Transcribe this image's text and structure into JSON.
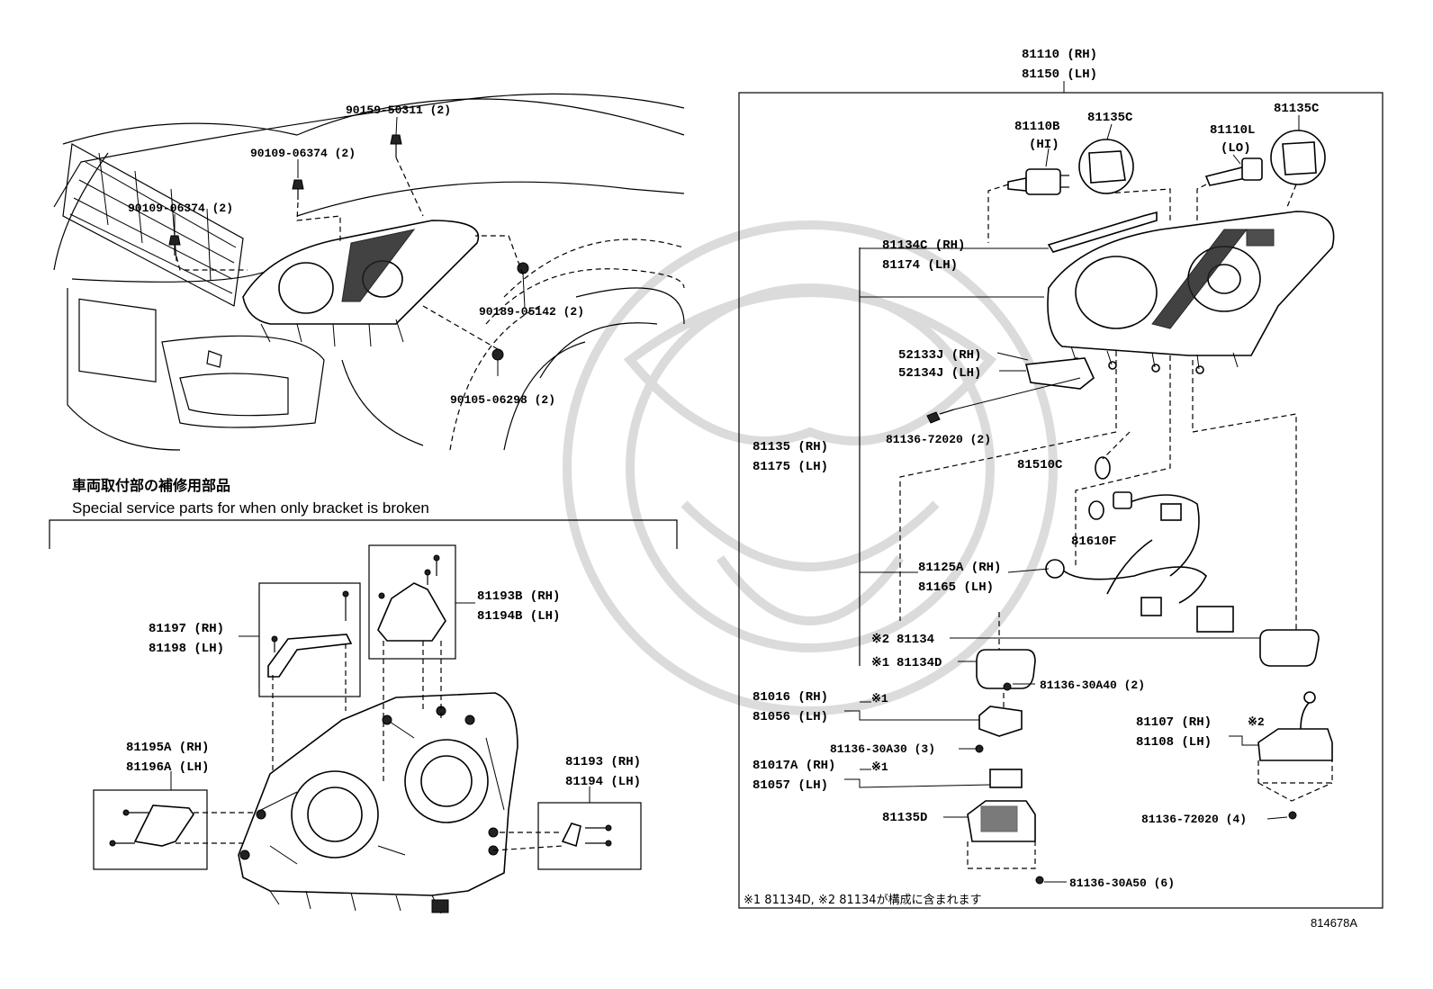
{
  "diagram_ref": "814678A",
  "assembly": {
    "rh": "81110 (RH)",
    "lh": "81150 (LH)"
  },
  "vehicle_labels": {
    "bolt_a": "90159-50311 (2)",
    "bolt_b": "90109-06374 (2)",
    "bolt_c": "90109-06374 (2)",
    "nut_a": "90189-05142 (2)",
    "nut_b": "90105-06298 (2)"
  },
  "bracket_section": {
    "title_jp": "車両取付部の補修用部品",
    "title_en": "Special service parts for when only bracket is broken",
    "labels": {
      "b81197": "81197 (RH)",
      "b81198": "81198 (LH)",
      "b81193b": "81193B (RH)",
      "b81194b": "81194B (LH)",
      "b81195a": "81195A (RH)",
      "b81196a": "81196A (LH)",
      "b81193": "81193 (RH)",
      "b81194": "81194 (LH)"
    }
  },
  "right_labels": {
    "p81110b": "81110B",
    "p81110b_sub": "(HI)",
    "p81135c_a": "81135C",
    "p81110l": "81110L",
    "p81110l_sub": "(LO)",
    "p81135c_b": "81135C",
    "p81134c": "81134C (RH)",
    "p81174": "81174 (LH)",
    "p52133j": "52133J (RH)",
    "p52134j": "52134J (LH)",
    "p72020a": "81136-72020 (2)",
    "p81135": "81135 (RH)",
    "p81175": "81175 (LH)",
    "p81510c": "81510C",
    "p81610f": "81610F",
    "p81125a": "81125A (RH)",
    "p81165": "81165 (LH)",
    "p81134_mark": "※2",
    "p81134": "81134",
    "p81134d_mark": "※1",
    "p81134d": "81134D",
    "p30a40": "81136-30A40 (2)",
    "p81016": "81016 (RH)",
    "p81056": "81056 (LH)",
    "p81016_mark": "※1",
    "p30a30": "81136-30A30 (3)",
    "p81017a": "81017A (RH)",
    "p81057": "81057 (LH)",
    "p81017a_mark": "※1",
    "p81135d": "81135D",
    "p30a50": "81136-30A50 (6)",
    "p81107": "81107 (RH)",
    "p81108": "81108 (LH)",
    "p81107_mark": "※2",
    "p72020b": "81136-72020 (4)"
  },
  "footnote": "※1 81134D, ※2 81134が構成に含まれます"
}
